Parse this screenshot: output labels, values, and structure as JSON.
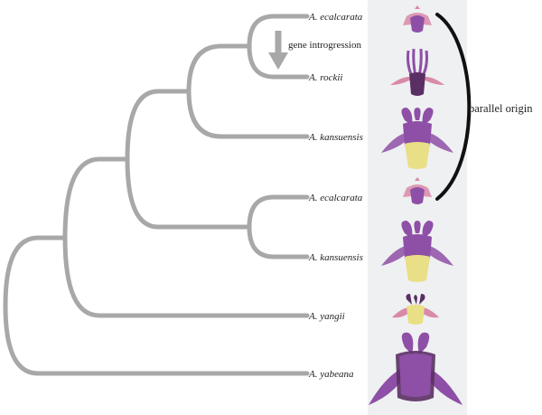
{
  "figure": {
    "taxa": [
      {
        "label": "A. ecalcarata",
        "flower": "small-pink-flower"
      },
      {
        "label": "A. rockii",
        "flower": "purple-spurred-flower"
      },
      {
        "label": "A. kansuensis",
        "flower": "purple-yellow-flower"
      },
      {
        "label": "A. ecalcarata",
        "flower": "small-pink-flower"
      },
      {
        "label": "A. kansuensis",
        "flower": "purple-yellow-flower"
      },
      {
        "label": "A. yangii",
        "flower": "yellow-red-flower"
      },
      {
        "label": "A. yabeana",
        "flower": "large-purple-flower"
      }
    ],
    "arrow_label": "gene introgression",
    "bracket_label": "parallel origin",
    "colors": {
      "branch": "#a8a8a8",
      "arrow": "#a8a8a8",
      "bracket": "#111111",
      "panel": "#eef0f2",
      "purple": "#8e4fa6",
      "pink": "#d98aa8",
      "yellow": "#e9df86",
      "dark_purple": "#5a2f63"
    }
  }
}
